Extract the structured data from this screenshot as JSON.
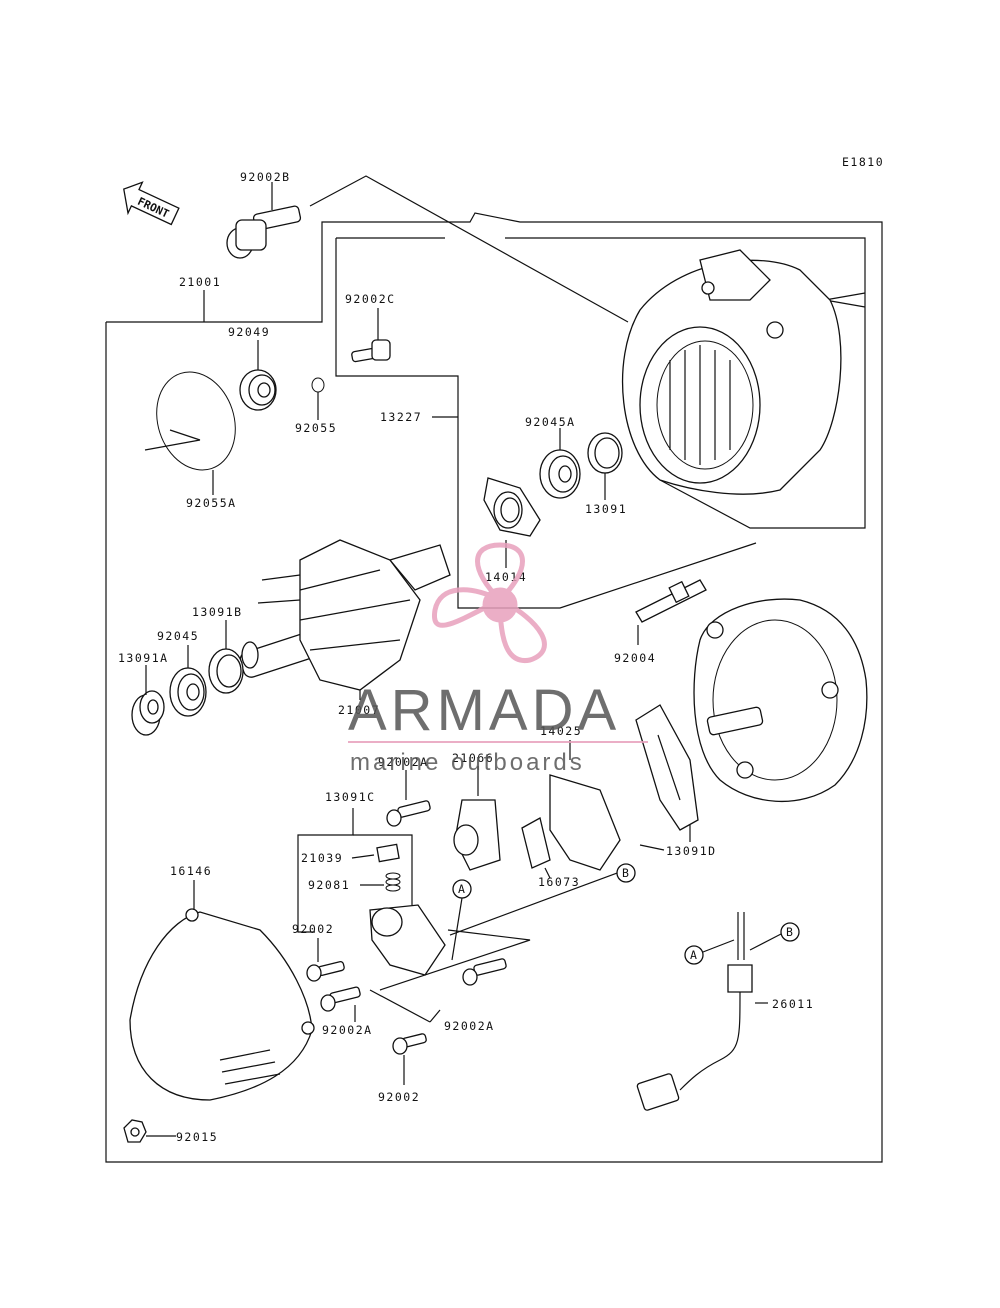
{
  "diagram": {
    "code": "E1810",
    "front_label": "FRONT",
    "callouts": {
      "A": "A",
      "B": "B"
    },
    "part_numbers": [
      "92002B",
      "21001",
      "92002C",
      "92049",
      "92055",
      "92055A",
      "13227",
      "92045A",
      "13091",
      "14014",
      "92004",
      "13091B",
      "92045",
      "13091A",
      "21007",
      "14025",
      "92002A",
      "21066",
      "13091C",
      "21039",
      "92081",
      "16073",
      "13091D",
      "16146",
      "92002",
      "92002A",
      "92002A",
      "92002",
      "92015",
      "26011"
    ]
  },
  "watermark": {
    "brand": "ARMADA",
    "tagline": "marine outboards",
    "color": "#e8a0bd"
  }
}
